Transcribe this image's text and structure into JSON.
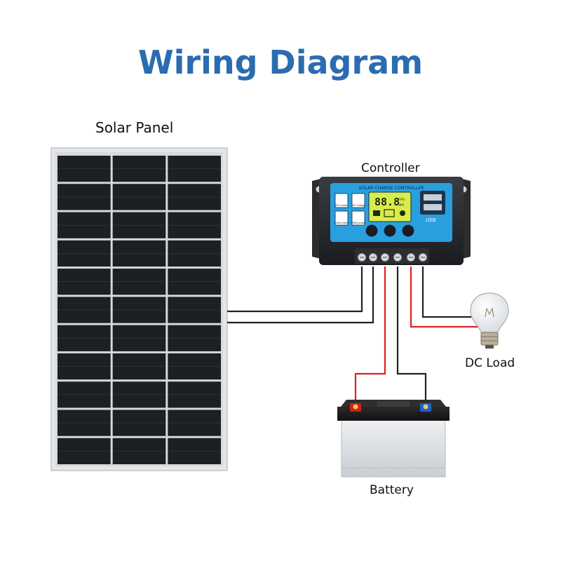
{
  "title": "Wiring Diagram",
  "labels": {
    "solar_panel": "Solar Panel",
    "controller": "Controller",
    "dc_load": "DC Load",
    "battery": "Battery"
  },
  "controller_screen": {
    "header": "SOLAR CHARGE CONTROLLER",
    "display_digits": "88.8",
    "display_units_top": "V%",
    "display_units_bottom": "AH",
    "usb_label": "USB",
    "btn_mcu": "MCU control",
    "btn_set": "SET voltage",
    "btn_bulk": "Build-in timer",
    "btn_pwm": "PWM protect"
  },
  "colors": {
    "title": "#2b6cb0",
    "wire_positive": "#e02020",
    "wire_negative": "#222222",
    "controller_screen": "#2a9fe0",
    "panel_cell": "#1c1f24"
  }
}
